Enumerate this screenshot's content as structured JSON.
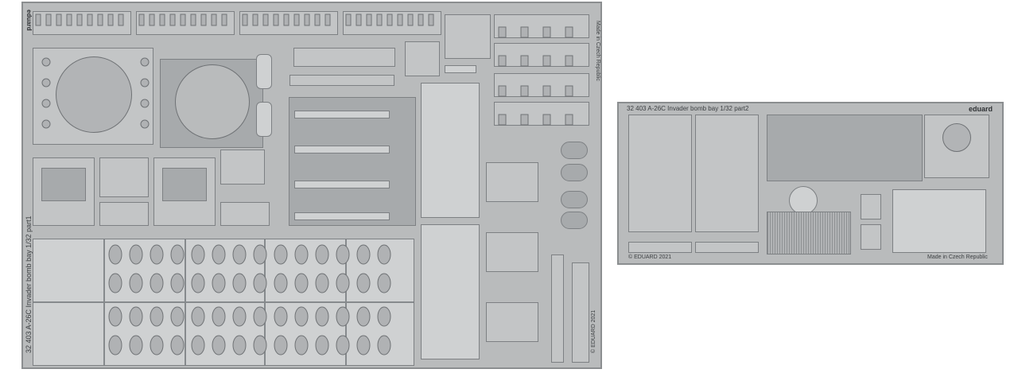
{
  "fret1": {
    "brand": "eduard",
    "side_label": "32 403 A-26C Invader bomb bay 1/32 part1",
    "copyright": "© EDUARD 2021",
    "made_in": "Made in Czech Republic"
  },
  "fret2": {
    "title": "32 403 A-26C Invader bomb bay 1/32 part2",
    "brand": "eduard",
    "copyright": "© EDUARD 2021",
    "made_in": "Made in Czech Republic"
  }
}
